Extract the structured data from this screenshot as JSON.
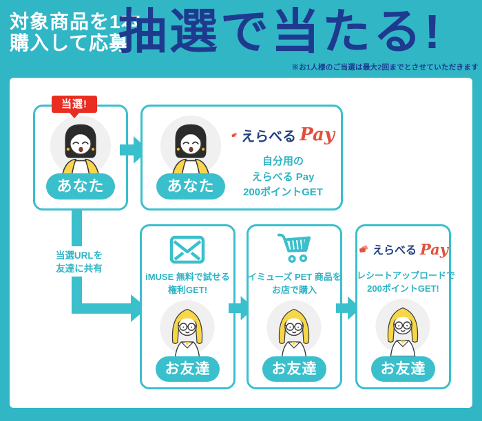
{
  "colors": {
    "teal_background": "#31b6c6",
    "teal_accent": "#3abfcc",
    "navy": "#1e3a8f",
    "badge_red": "#ea2d22",
    "logo_coral": "#e0503c",
    "logo_coral_light": "#f0907a"
  },
  "header": {
    "purchase_line1": "対象商品を1本",
    "purchase_line2": "購入して応募",
    "title": "抽選で当たる!",
    "note": "※お1人様のご当選は最大2回までとさせていただきます"
  },
  "labels": {
    "win_badge": "当選!",
    "you": "あなた",
    "friend": "お友達"
  },
  "logo": {
    "brand": "えらべる",
    "pay": "Pay"
  },
  "self_reward": {
    "line1": "自分用の",
    "line2": "えらべる Pay",
    "line3": "200ポイントGET"
  },
  "share": {
    "line1": "当選URLを",
    "line2": "友達に共有"
  },
  "steps": {
    "email": {
      "line1": "iMUSE 無料で試せる",
      "line2": "権利GET!"
    },
    "purchase": {
      "line1": "イミューズ PET 商品を",
      "line2": "お店で購入"
    },
    "receipt": {
      "line1": "レシートアップロードで",
      "line2": "200ポイントGET!"
    }
  }
}
